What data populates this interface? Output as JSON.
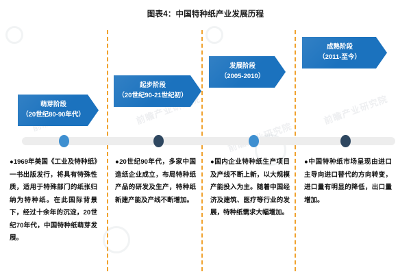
{
  "title": "图表4：中国特种纸产业发展历程",
  "colors": {
    "banner_blue": "#1B72BE",
    "dot_light_blue": "#3E8FD0",
    "dot_dark_blue": "#2E4760",
    "divider_orange": "#F0A22E",
    "timeline_gray": "#EDEDED",
    "text_black": "#111111"
  },
  "watermarks": [
    "前瞻产业研究院",
    "前瞻产业研究院",
    "前瞻产业研究院",
    "前瞻产业研究院"
  ],
  "chart_data": {
    "type": "timeline",
    "title": "图表4：中国特种纸产业发展历程",
    "xlabel": "",
    "ylabel": "",
    "legend_position": "none",
    "grid": false,
    "axis_style": "horizontal-bar-with-milestone-dots",
    "stages": [
      {
        "index": 1,
        "name": "萌芽阶段",
        "period": "（20世纪80-90年代）",
        "dot_color": "light",
        "description": "●1969年美国《工业及特种纸》一书出版发行，将具有特殊性质，适用于特殊部门的纸张归纳为特种纸。在此国际背景下，经过十余年的沉淀，20世纪70年代，中国特种纸萌芽发展。"
      },
      {
        "index": 2,
        "name": "起步阶段",
        "period": "（20世纪90-21世纪初）",
        "dot_color": "dark",
        "description": "●20世纪90年代，多家中国造纸企业成立，布局特种纸产品的研发及生产，特种纸新建产能及产线不断增加。"
      },
      {
        "index": 3,
        "name": "发展阶段",
        "period": "（2005-2010）",
        "dot_color": "light",
        "description": "●国内企业特种纸生产项目及产线不断上新，以大规模产能投入为主。随着中国经济及建筑、医疗等行业的发展，特种纸需求大幅增加。"
      },
      {
        "index": 4,
        "name": "成熟阶段",
        "period": "（2011-至今）",
        "dot_color": "dark",
        "description": "●中国特种纸市场呈现由进口主导向进口替代的方向转变，进口量有明显的降低，出口量增加。"
      }
    ]
  }
}
